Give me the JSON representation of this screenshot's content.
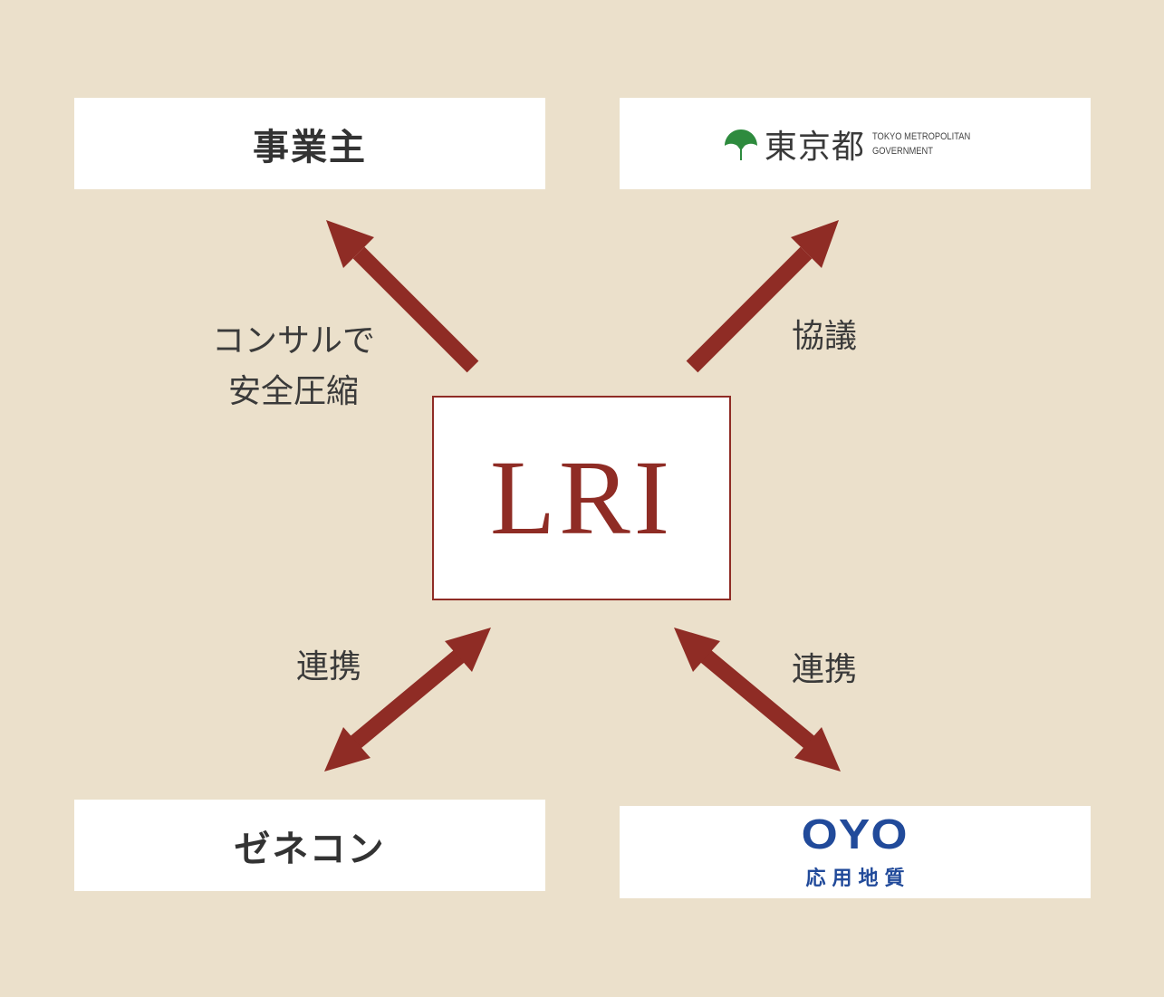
{
  "center": {
    "label": "LRI"
  },
  "nodes": {
    "owner": {
      "label": "事業主"
    },
    "tokyo": {
      "name": "東京都",
      "sub_line1": "TOKYO METROPOLITAN",
      "sub_line2": "GOVERNMENT"
    },
    "genecon": {
      "label": "ゼネコン"
    },
    "oyo": {
      "mark": "OYO",
      "name": "応用地質"
    }
  },
  "edges": {
    "owner": {
      "label_line1": "コンサルで",
      "label_line2": "安全圧縮"
    },
    "tokyo": {
      "label": "協議"
    },
    "genecon": {
      "label": "連携"
    },
    "oyo": {
      "label": "連携"
    }
  },
  "colors": {
    "background": "#ebe0cb",
    "accent": "#8f2c25",
    "text": "#3a3a3a",
    "tokyo_green": "#2e8b3e",
    "oyo_blue": "#214a9a"
  }
}
